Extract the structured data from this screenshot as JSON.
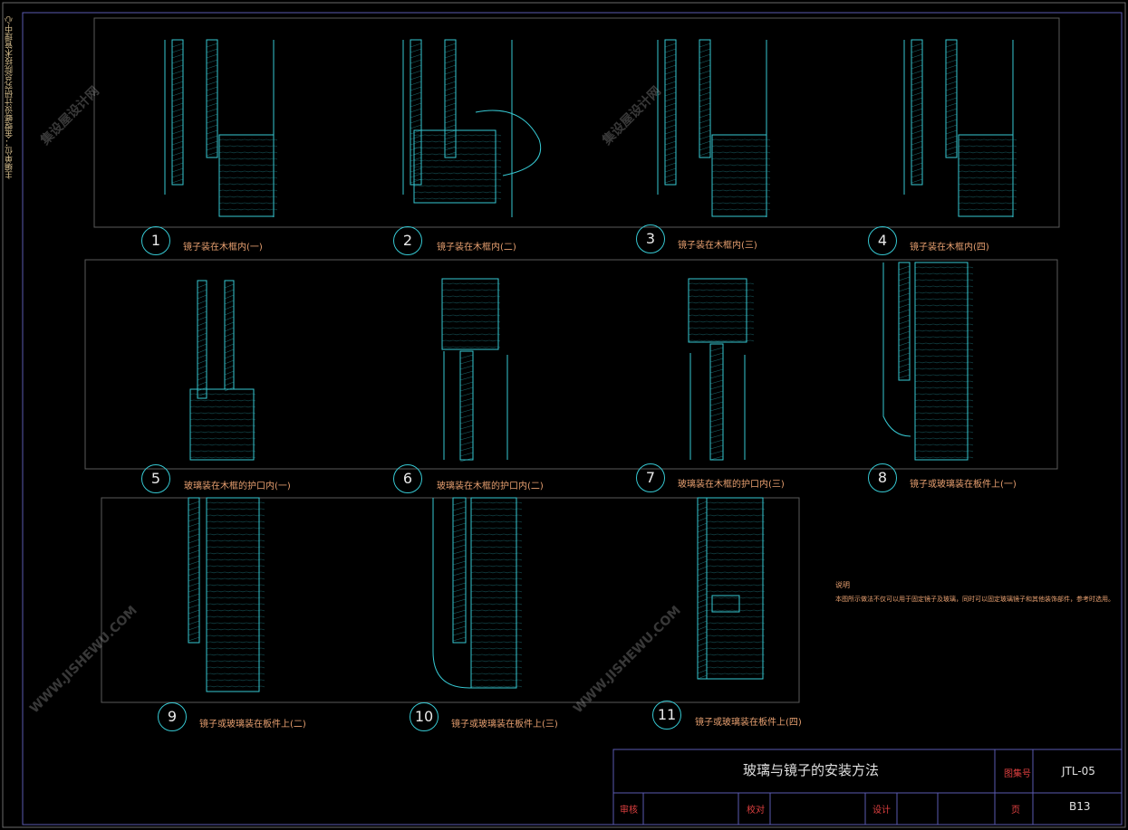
{
  "side_note": "主编单位：金螳螂设计研究总院技术管理中心",
  "details": [
    {
      "num": "1",
      "caption": "镜子装在木框内(一)"
    },
    {
      "num": "2",
      "caption": "镜子装在木框内(二)"
    },
    {
      "num": "3",
      "caption": "镜子装在木框内(三)"
    },
    {
      "num": "4",
      "caption": "镜子装在木框内(四)"
    },
    {
      "num": "5",
      "caption": "玻璃装在木框的护口内(一)"
    },
    {
      "num": "6",
      "caption": "玻璃装在木框的护口内(二)"
    },
    {
      "num": "7",
      "caption": "玻璃装在木框的护口内(三)"
    },
    {
      "num": "8",
      "caption": "镜子或玻璃装在板件上(一)"
    },
    {
      "num": "9",
      "caption": "镜子或玻璃装在板件上(二)"
    },
    {
      "num": "10",
      "caption": "镜子或玻璃装在板件上(三)"
    },
    {
      "num": "11",
      "caption": "镜子或玻璃装在板件上(四)"
    }
  ],
  "notes": {
    "title": "说明",
    "body": "本图所示做法不仅可以用于固定镜子及玻璃，同时可以固定玻璃镜子和其他装饰部件，参考时选用。"
  },
  "title_block": {
    "title": "玻璃与镜子的安装方法",
    "drawing_no_label": "图集号",
    "drawing_no": "JTL-05",
    "review_label": "审核",
    "check_label": "校对",
    "design_label": "设计",
    "page_label": "页",
    "page": "B13"
  },
  "watermarks": [
    "集设屋设计网",
    "WWW.JISHEWU.COM"
  ],
  "colors": {
    "line": "#36c8d2",
    "text": "#e8a070",
    "frame": "#5a5aa0",
    "bg": "#000000"
  }
}
